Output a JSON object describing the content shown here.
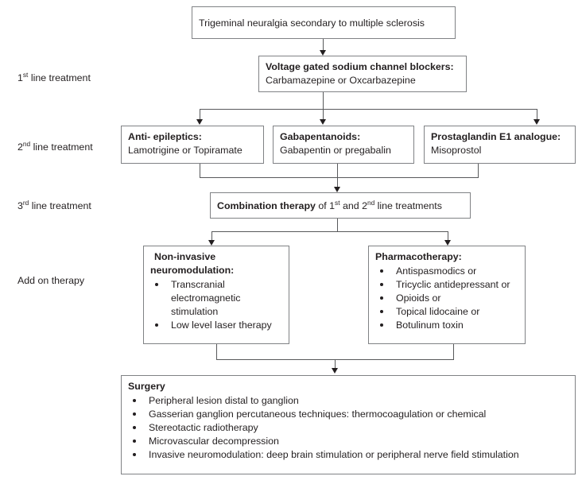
{
  "diagram": {
    "title": "Trigeminal neuralgia secondary to multiple sclerosis treatment algorithm",
    "colors": {
      "box_border": "#808285",
      "connector": "#58595b",
      "text": "#231f20",
      "background": "#ffffff"
    }
  },
  "root": {
    "label": "Trigeminal neuralgia secondary to multiple sclerosis"
  },
  "stages": {
    "first_line": {
      "label_pre": "1",
      "label_sup": "st",
      "label_post": " line treatment"
    },
    "second_line": {
      "label_pre": "2",
      "label_sup": "nd",
      "label_post": " line treatment"
    },
    "third_line": {
      "label_pre": "3",
      "label_sup": "rd",
      "label_post": " line treatment"
    },
    "add_on": {
      "label": "Add on therapy"
    }
  },
  "first_line_box": {
    "heading": "Voltage gated sodium channel blockers:",
    "detail": "Carbamazepine or Oxcarbazepine"
  },
  "second_line_boxes": [
    {
      "heading": "Anti- epileptics:",
      "detail": "Lamotrigine or Topiramate"
    },
    {
      "heading": "Gabapentanoids:",
      "detail": "Gabapentin or pregabalin"
    },
    {
      "heading": "Prostaglandin E1 analogue:",
      "detail": "Misoprostol"
    }
  ],
  "third_line_box": {
    "bold_part": "Combination therapy",
    "mid_part": " of 1",
    "sup1": "st",
    "mid_part2": " and 2",
    "sup2": "nd",
    "tail_part": " line treatments"
  },
  "add_on_boxes": {
    "non_invasive": {
      "heading_line1": "Non-invasive",
      "heading_line2": "neuromodulation:",
      "items": [
        "Transcranial electromagnetic stimulation",
        "Low level laser therapy"
      ]
    },
    "pharmacotherapy": {
      "heading": "Pharmacotherapy:",
      "items": [
        "Antispasmodics or",
        "Tricyclic antidepressant or",
        "Opioids or",
        "Topical lidocaine or",
        "Botulinum toxin"
      ]
    }
  },
  "surgery_box": {
    "heading": "Surgery",
    "items": [
      "Peripheral lesion distal to ganglion",
      "Gasserian ganglion percutaneous techniques: thermocoagulation or chemical",
      "Stereotactic radiotherapy",
      "Microvascular decompression",
      "Invasive neuromodulation: deep brain stimulation or peripheral nerve field stimulation"
    ]
  }
}
